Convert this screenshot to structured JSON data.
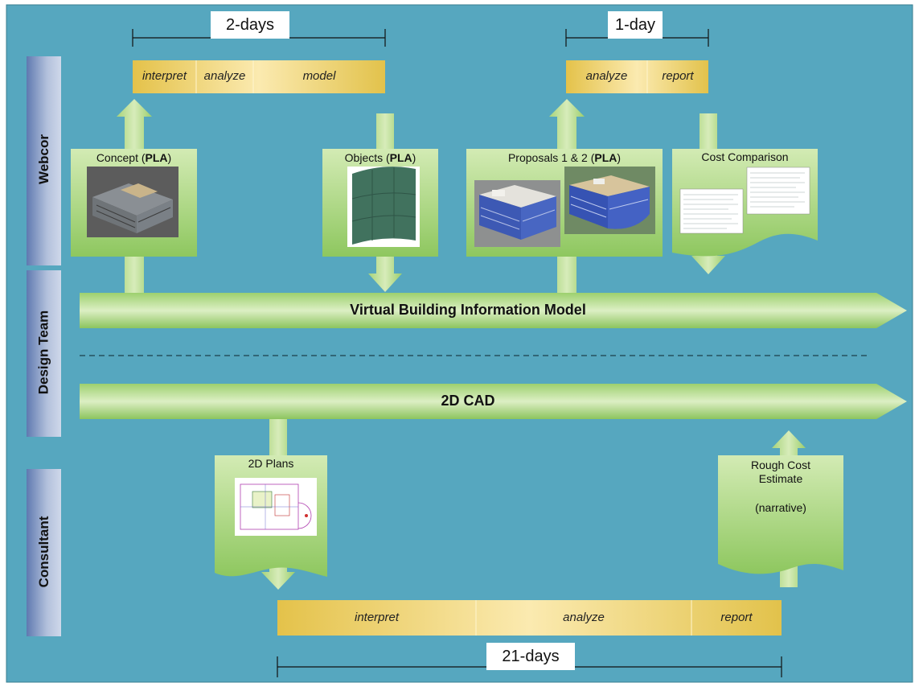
{
  "durations": {
    "webcor_top": "2-days",
    "webcor_right": "1-day",
    "consultant": "21-days"
  },
  "webcor_steps_left": [
    "interpret",
    "analyze",
    "model"
  ],
  "webcor_steps_right": [
    "analyze",
    "report"
  ],
  "consultant_steps": [
    "interpret",
    "analyze",
    "report"
  ],
  "lanes": [
    "Webcor",
    "Design Team",
    "Consultant"
  ],
  "bands": {
    "bim": "Virtual Building Information Model",
    "cad": "2D CAD"
  },
  "boxes": {
    "concept": {
      "prefix": "Concept (",
      "bold": "PLA",
      "suffix": ")"
    },
    "objects": {
      "prefix": "Objects (",
      "bold": "PLA",
      "suffix": ")"
    },
    "proposals": {
      "prefix": "Proposals 1 & 2 (",
      "bold": "PLA",
      "suffix": ")"
    },
    "cost_comparison": "Cost Comparison",
    "plans": "2D Plans",
    "rough_cost_line1": "Rough Cost",
    "rough_cost_line2": "Estimate",
    "rough_cost_note": "(narrative)"
  },
  "colors": {
    "background": "#56a7bf",
    "lane_label_bg": "#7e92bf",
    "green_light": "#c8e3a0",
    "green_dark": "#8cc45e",
    "gold": "#e8c954",
    "gold_light": "#fbeab0"
  }
}
